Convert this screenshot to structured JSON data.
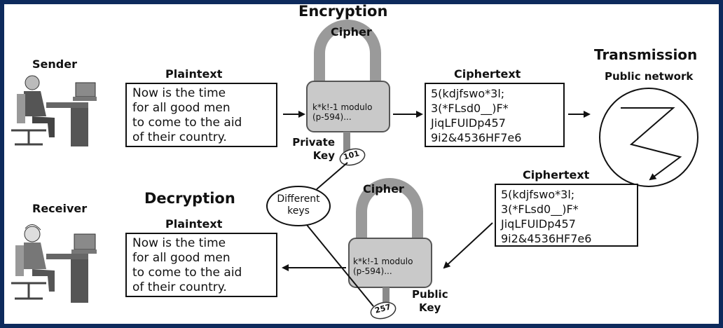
{
  "colors": {
    "frame": "#0d2a5c",
    "ink": "#111111",
    "lock_body": "#c9c9c9",
    "lock_shackle": "#9a9a9a"
  },
  "encryption": {
    "title": "Encryption",
    "cipher_label": "Cipher",
    "sender_label": "Sender",
    "plaintext_label": "Plaintext",
    "plaintext_lines": [
      "Now is the time",
      "for all good men",
      "to come to the aid",
      "of their country."
    ],
    "lock_text": [
      "k*k!-1 modulo",
      "(p-594)..."
    ],
    "key_label": [
      "Private",
      "Key"
    ],
    "key_number": "101",
    "ciphertext_label": "Ciphertext",
    "ciphertext_lines": [
      "5(kdjfswo*3l;",
      "3(*FLsd0__)F*",
      "JiqLFUIDp457",
      "9i2&4536HF7e6"
    ]
  },
  "transmission": {
    "title": "Transmission",
    "subtitle": "Public network",
    "ciphertext_label": "Ciphertext",
    "ciphertext_lines": [
      "5(kdjfswo*3l;",
      "3(*FLsd0__)F*",
      "JiqLFUIDp457",
      "9i2&4536HF7e6"
    ]
  },
  "decryption": {
    "title": "Decryption",
    "cipher_label": "Cipher",
    "receiver_label": "Receiver",
    "plaintext_label": "Plaintext",
    "plaintext_lines": [
      "Now is the time",
      "for all good men",
      "to come to the aid",
      "of their country."
    ],
    "lock_text": [
      "k*k!-1 modulo",
      "(p-594)..."
    ],
    "key_label": [
      "Public",
      "Key"
    ],
    "key_number": "257"
  },
  "keys_note": [
    "Different",
    "keys"
  ]
}
